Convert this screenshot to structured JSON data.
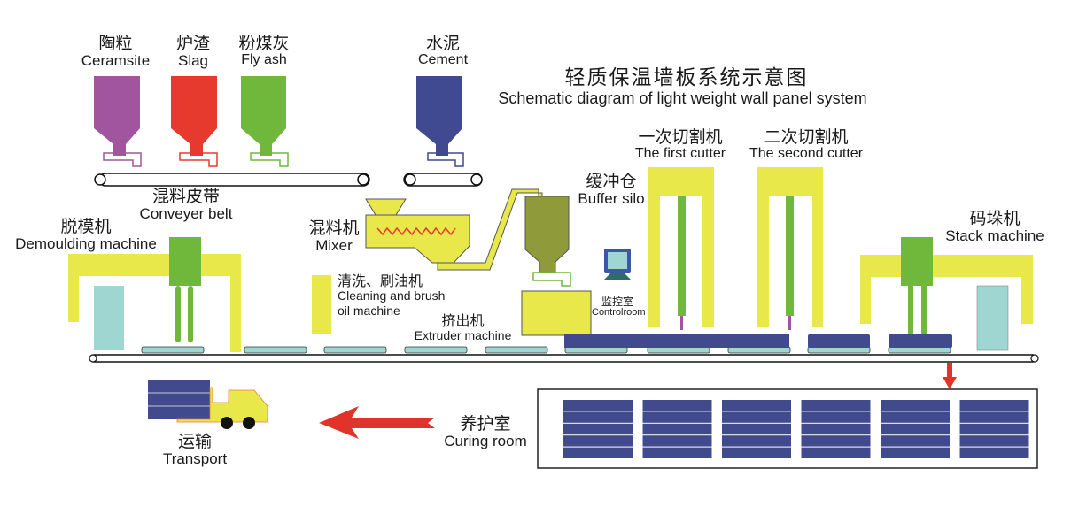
{
  "title": {
    "zh": "轻质保温墙板系统示意图",
    "en": "Schematic diagram of light weight wall panel system"
  },
  "colors": {
    "ceramsite": "#a2559f",
    "slag": "#e63a2e",
    "fly_ash": "#6fb83c",
    "cement": "#3f4a91",
    "machine_frame": "#e8e84a",
    "silo": "#8f9a3a",
    "panel": "#404a8c",
    "pallet": "#9fd6d2",
    "arrow": "#e0342a"
  },
  "hoppers": [
    {
      "zh": "陶粒",
      "en": "Ceramsite"
    },
    {
      "zh": "炉渣",
      "en": "Slag"
    },
    {
      "zh": "粉煤灰",
      "en": "Fly ash"
    },
    {
      "zh": "水泥",
      "en": "Cement"
    }
  ],
  "stations": {
    "conveyor_belt": {
      "zh": "混料皮带",
      "en": "Conveyer belt"
    },
    "demoulding": {
      "zh": "脱模机",
      "en": "Demoulding machine"
    },
    "mixer": {
      "zh": "混料机",
      "en": "Mixer"
    },
    "buffer_silo": {
      "zh": "缓冲仓",
      "en": "Buffer silo"
    },
    "cleaning": {
      "zh": "清洗、刷油机",
      "en_line1": "Cleaning and brush",
      "en_line2": "oil machine"
    },
    "extruder": {
      "zh": "挤出机",
      "en": "Extruder machine"
    },
    "control_room": {
      "zh": "监控室",
      "en": "Controlroom"
    },
    "first_cutter": {
      "zh": "一次切割机",
      "en": "The first cutter"
    },
    "second_cutter": {
      "zh": "二次切割机",
      "en": "The second cutter"
    },
    "stack_machine": {
      "zh": "码垛机",
      "en": "Stack machine"
    },
    "curing_room": {
      "zh": "养护室",
      "en": "Curing room"
    },
    "transport": {
      "zh": "运输",
      "en": "Transport"
    }
  },
  "curing_room_stacks": 6,
  "panels_per_stack": 5
}
